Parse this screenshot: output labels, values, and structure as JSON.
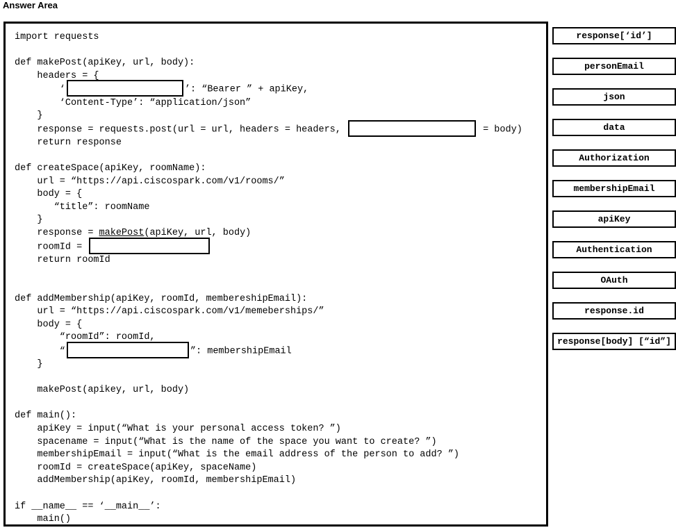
{
  "title": "Answer Area",
  "code_lines": [
    [
      {
        "t": "import requests"
      }
    ],
    [],
    [
      {
        "t": "def makePost(apiKey, url, body):"
      }
    ],
    [
      {
        "t": "    headers = {"
      }
    ],
    [
      {
        "t": "        ‘"
      },
      {
        "blank": "code-blank-header-key",
        "w": 168
      },
      {
        "t": "’: “Bearer ” + apiKey,"
      }
    ],
    [
      {
        "t": "        ‘Content-Type’: “application/json”"
      }
    ],
    [
      {
        "t": "    }"
      }
    ],
    [
      {
        "t": "    response = requests.post(url = url, headers = headers, "
      },
      {
        "blank": "code-blank-post-kwarg",
        "w": 184
      },
      {
        "t": " = body)"
      }
    ],
    [
      {
        "t": "    return response"
      }
    ],
    [],
    [
      {
        "t": "def createSpace(apiKey, roomName):"
      }
    ],
    [
      {
        "t": "    url = “https://api.ciscospark.com/v1/rooms/”"
      }
    ],
    [
      {
        "t": "    body = {"
      }
    ],
    [
      {
        "t": "       “title”: roomName"
      }
    ],
    [
      {
        "t": "    }"
      }
    ],
    [
      {
        "t": "    response = "
      },
      {
        "t": "makePost",
        "u": true
      },
      {
        "t": "(apiKey, url, body)"
      }
    ],
    [
      {
        "t": "    roomId = "
      },
      {
        "blank": "code-blank-roomid-value",
        "w": 174
      }
    ],
    [
      {
        "t": "    return roomId"
      }
    ],
    [],
    [],
    [
      {
        "t": "def addMembership(apiKey, roomId, membereshipEmail):"
      }
    ],
    [
      {
        "t": "    url = “https://api.ciscospark.com/v1/memeberships/”"
      }
    ],
    [
      {
        "t": "    body = {"
      }
    ],
    [
      {
        "t": "        “roomId”: roomId,"
      }
    ],
    [
      {
        "t": "        “"
      },
      {
        "blank": "code-blank-membership-key",
        "w": 176
      },
      {
        "t": "”: membershipEmail"
      }
    ],
    [
      {
        "t": "    }"
      }
    ],
    [],
    [
      {
        "t": "    makePost(apikey, url, body)"
      }
    ],
    [],
    [
      {
        "t": "def main():"
      }
    ],
    [
      {
        "t": "    apiKey = input(“What is your personal access token? ”)"
      }
    ],
    [
      {
        "t": "    spacename = input(“What is the name of the space you want to create? ”)"
      }
    ],
    [
      {
        "t": "    membershipEmail = input(“What is the email address of the person to add? ”)"
      }
    ],
    [
      {
        "t": "    roomId = createSpace(apiKey, spaceName)"
      }
    ],
    [
      {
        "t": "    addMembership(apiKey, roomId, membershipEmail)"
      }
    ],
    [],
    [
      {
        "t": "if __name__ == ‘__main__’:"
      }
    ],
    [
      {
        "t": "    main()"
      }
    ]
  ],
  "options": [
    "response[‘id’]",
    "personEmail",
    "json",
    "data",
    "Authorization",
    "membershipEmail",
    "apiKey",
    "Authentication",
    "OAuth",
    "response.id",
    "response[body] [“id”]"
  ]
}
